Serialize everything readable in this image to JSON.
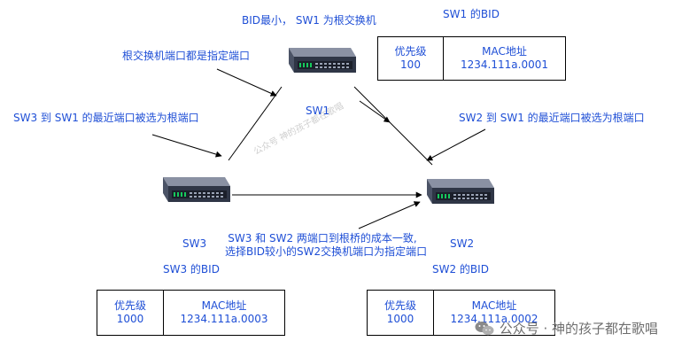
{
  "sw1": {
    "name": "SW1",
    "top_note": "BID最小，  SW1 为根交换机",
    "bid_title": "SW1 的BID",
    "priority_label": "优先级",
    "priority": "100",
    "mac_label": "MAC地址",
    "mac": "1234.111a.0001"
  },
  "sw2": {
    "name": "SW2",
    "bid_title": "SW2  的BID",
    "priority_label": "优先级",
    "priority": "1000",
    "mac_label": "MAC地址",
    "mac": "1234.111a.0002"
  },
  "sw3": {
    "name": "SW3",
    "bid_title": "SW3 的BID",
    "priority_label": "优先级",
    "priority": "1000",
    "mac_label": "MAC地址",
    "mac": "1234.111a.0003"
  },
  "annotations": {
    "root_ports_designated": "根交换机端口都是指定端口",
    "sw3_root_port": "SW3 到 SW1 的最近端口被选为根端口",
    "sw2_root_port": "SW2 到 SW1 的最近端口被选为根端口",
    "equal_cost_line1": "SW3 和 SW2 两端口到根桥的成本一致,",
    "equal_cost_line2": "选择BID较小的SW2交换机端口为指定端口"
  },
  "watermark": {
    "text": "公众号 · 神的孩子都在歌唱",
    "diag_text": "公众号  神的孩子都在歌唱"
  }
}
